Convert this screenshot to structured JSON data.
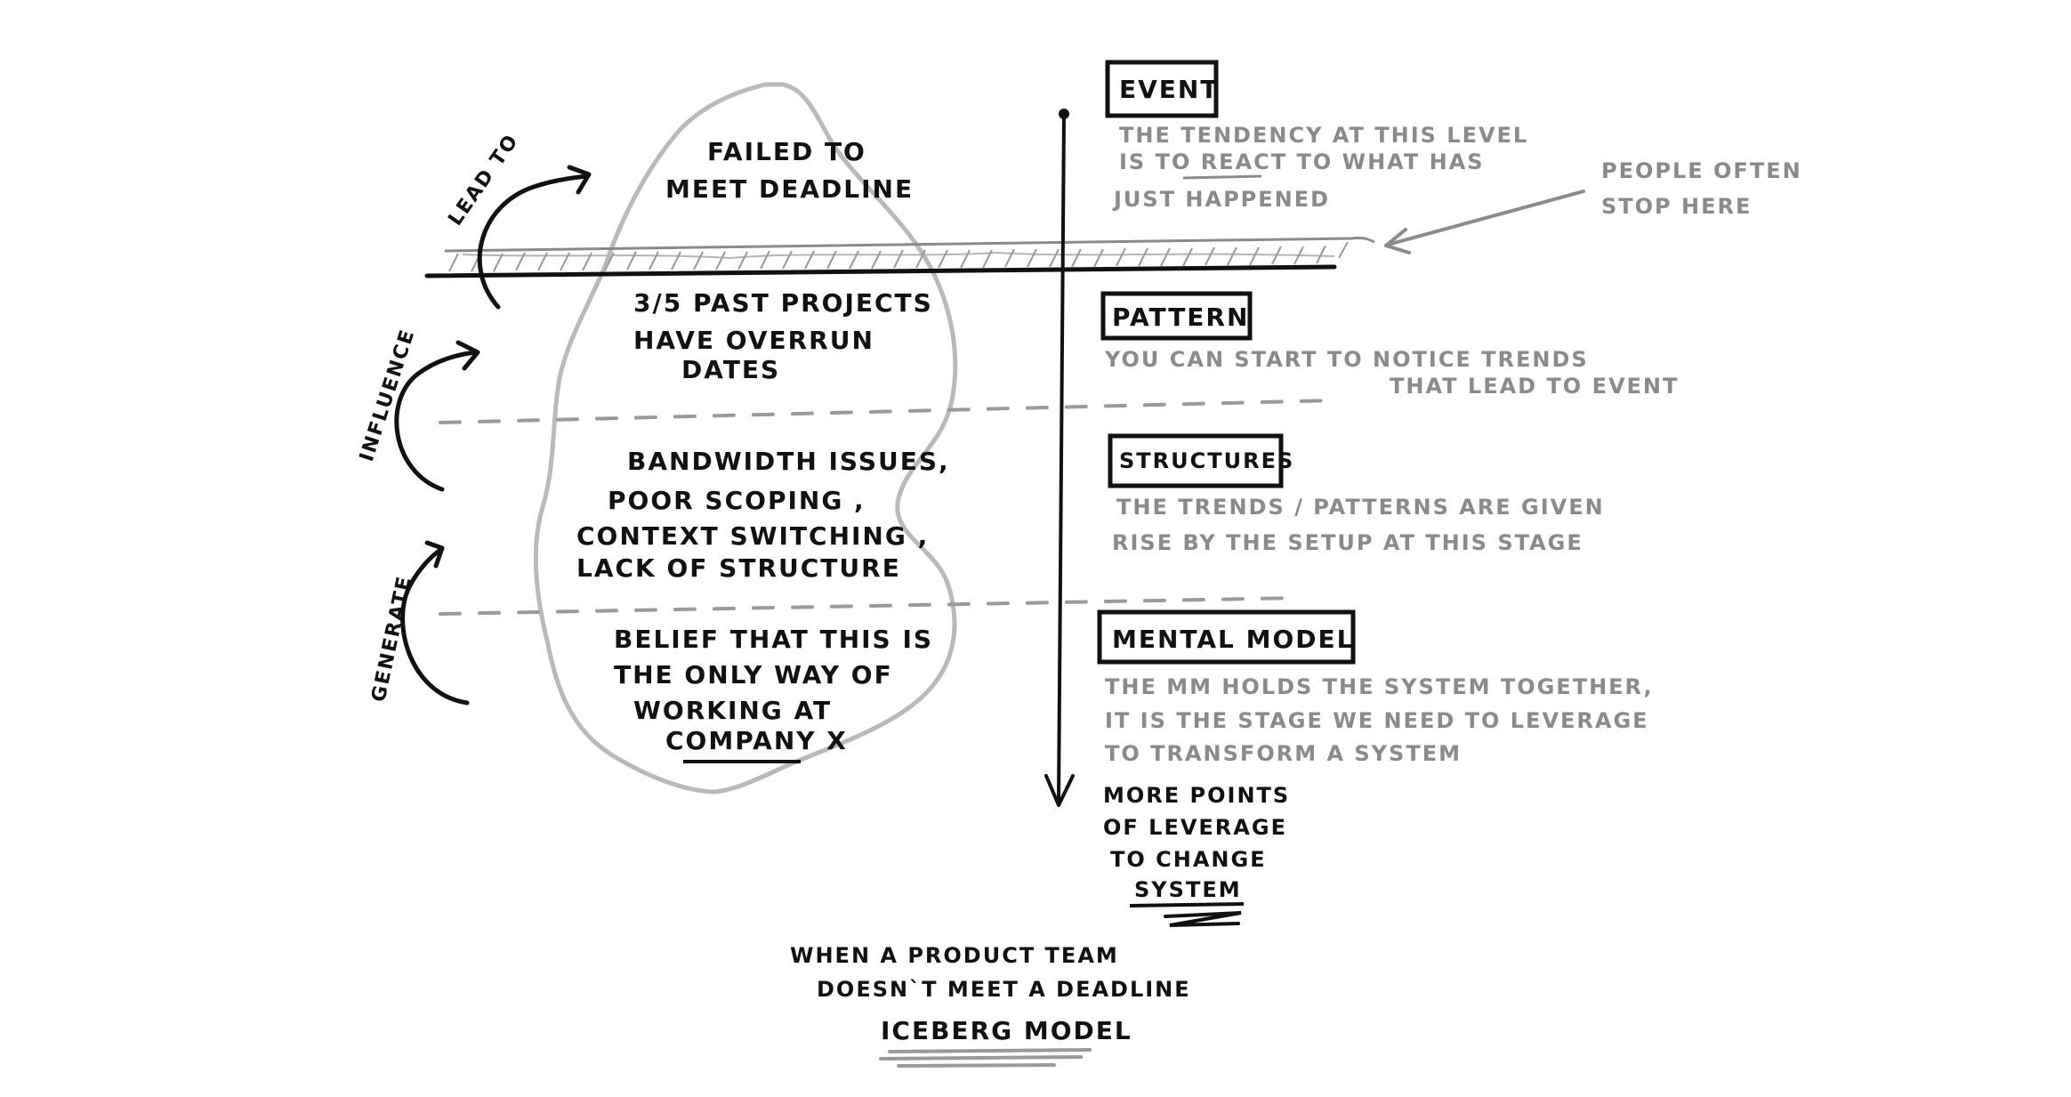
{
  "iceberg": {
    "event_text": [
      "FAILED TO",
      "MEET DEADLINE"
    ],
    "pattern_text": [
      "3/5 PAST PROJECTS",
      "HAVE OVERRUN",
      "DATES"
    ],
    "structure_text": [
      "BANDWIDTH ISSUES,",
      "POOR SCOPING ,",
      "CONTEXT SWITCHING ,",
      "LACK OF STRUCTURE"
    ],
    "mental_model_text": [
      "BELIEF THAT THIS IS",
      "THE ONLY WAY OF",
      "WORKING AT",
      "COMPANY X"
    ]
  },
  "arrows": {
    "lead_to": "LEAD TO",
    "influence": "INFLUENCE",
    "generate": "GENERATE"
  },
  "levels": {
    "event": {
      "title": "EVENT",
      "desc": [
        "THE TENDENCY AT THIS LEVEL",
        "IS TO REACT TO WHAT HAS",
        "JUST HAPPENED"
      ]
    },
    "pattern": {
      "title": "PATTERN",
      "desc": [
        "YOU CAN START TO NOTICE TRENDS",
        "THAT LEAD TO EVENT"
      ]
    },
    "structures": {
      "title": "STRUCTURES",
      "desc": [
        "THE TRENDS / PATTERNS ARE GIVEN",
        "RISE BY THE SETUP AT THIS STAGE"
      ]
    },
    "mental_model": {
      "title": "MENTAL MODEL",
      "desc": [
        "THE MM HOLDS THE SYSTEM TOGETHER,",
        "IT IS THE STAGE WE NEED TO LEVERAGE",
        "TO TRANSFORM A SYSTEM"
      ]
    }
  },
  "side_note": [
    "PEOPLE OFTEN",
    "STOP HERE"
  ],
  "leverage_note": [
    "MORE POINTS",
    "OF LEVERAGE",
    "TO CHANGE",
    "SYSTEM"
  ],
  "caption": [
    "WHEN A PRODUCT TEAM",
    "DOESN`T MEET A DEADLINE",
    "ICEBERG MODEL"
  ],
  "colors": {
    "ink": "#111111",
    "pencil_grey": "#8a8a8a",
    "iceberg_outline": "#b9b9b9",
    "dashed_line": "#9a9a9a"
  }
}
